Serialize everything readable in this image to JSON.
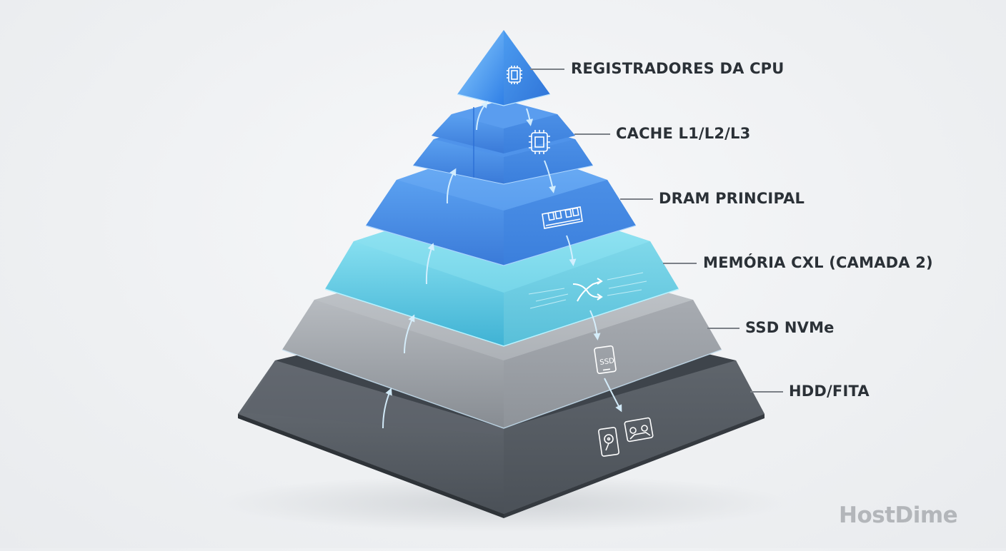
{
  "diagram": {
    "type": "memory-hierarchy-pyramid",
    "layers": [
      {
        "label": "REGISTRADORES DA CPU",
        "icon": "cpu-chip-icon",
        "color": "#3f8ee8"
      },
      {
        "label": "CACHE L1/L2/L3",
        "icon": "cpu-chip-icon",
        "color": "#3a7fdf"
      },
      {
        "label": "DRAM PRINCIPAL",
        "icon": "ram-module-icon",
        "color": "#3d82de"
      },
      {
        "label": "MEMÓRIA CXL (CAMADA 2)",
        "icon": "crossbar-switch-icon",
        "color": "#5cc6dc"
      },
      {
        "label": "SSD NVMe",
        "icon": "ssd-icon",
        "color": "#8f949a"
      },
      {
        "label": "HDD/FITA",
        "icon": "hdd-and-tape-icons",
        "color": "#4e545b"
      }
    ],
    "flow": "bidirectional data-movement arrows between adjacent layers"
  },
  "watermark": "HostDime"
}
